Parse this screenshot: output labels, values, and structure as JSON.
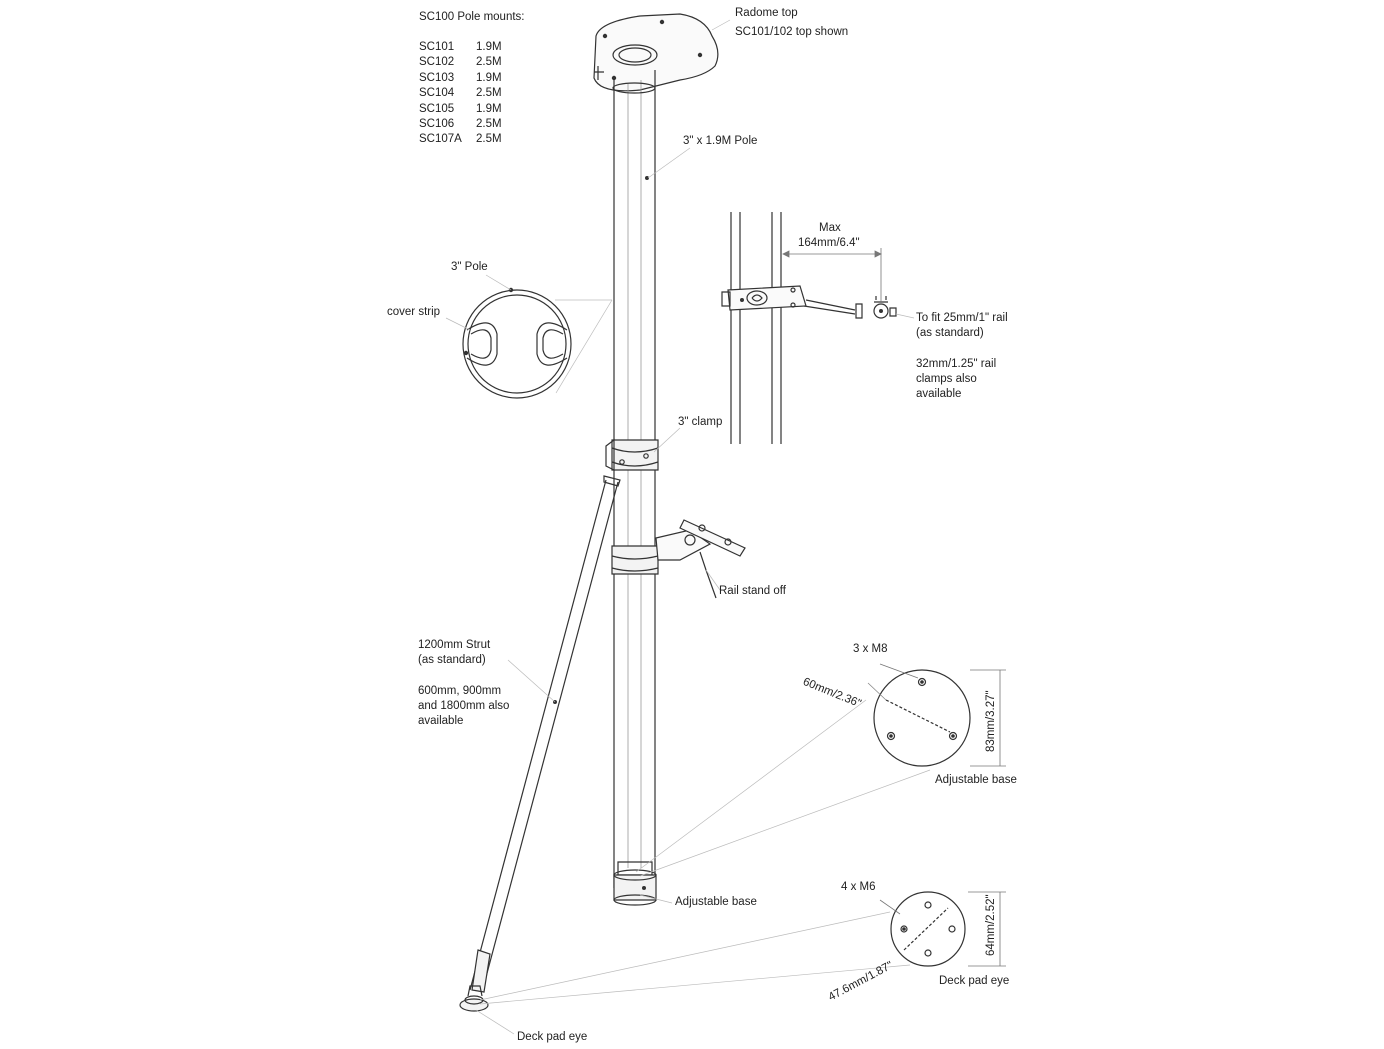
{
  "header": {
    "title": "SC100 Pole mounts:"
  },
  "models": [
    {
      "code": "SC101",
      "length": "1.9M"
    },
    {
      "code": "SC102",
      "length": "2.5M"
    },
    {
      "code": "SC103",
      "length": "1.9M"
    },
    {
      "code": "SC104",
      "length": "2.5M"
    },
    {
      "code": "SC105",
      "length": "1.9M"
    },
    {
      "code": "SC106",
      "length": "2.5M"
    },
    {
      "code": "SC107A",
      "length": "2.5M"
    }
  ],
  "labels": {
    "radome_top": "Radome top",
    "radome_note": "SC101/102 top shown",
    "pole": "3\" x 1.9M Pole",
    "pole_section": "3\" Pole",
    "cover_strip": "cover strip",
    "max": "Max",
    "max_dim": "164mm/6.4\"",
    "fit_rail_1": "To fit 25mm/1\" rail",
    "fit_rail_2": "(as standard)",
    "alt_clamps_1": "32mm/1.25\" rail",
    "alt_clamps_2": "clamps also",
    "alt_clamps_3": "available",
    "clamp": "3\" clamp",
    "rail_stand_off": "Rail stand off",
    "strut_1": "1200mm Strut",
    "strut_2": "(as standard)",
    "strut_alt_1": "600mm, 900mm",
    "strut_alt_2": "and 1800mm also",
    "strut_alt_3": "available",
    "base_bolts": "3 x M8",
    "base_pcd": "60mm/2.36\"",
    "base_dia": "83mm/3.27\"",
    "base_detail": "Adjustable base",
    "base_main": "Adjustable base",
    "pad_bolts": "4 x M6",
    "pad_dia": "64mm/2.52\"",
    "pad_pcd": "47.6mm/1.87\"",
    "pad_detail": "Deck pad eye",
    "pad_main": "Deck pad eye"
  }
}
